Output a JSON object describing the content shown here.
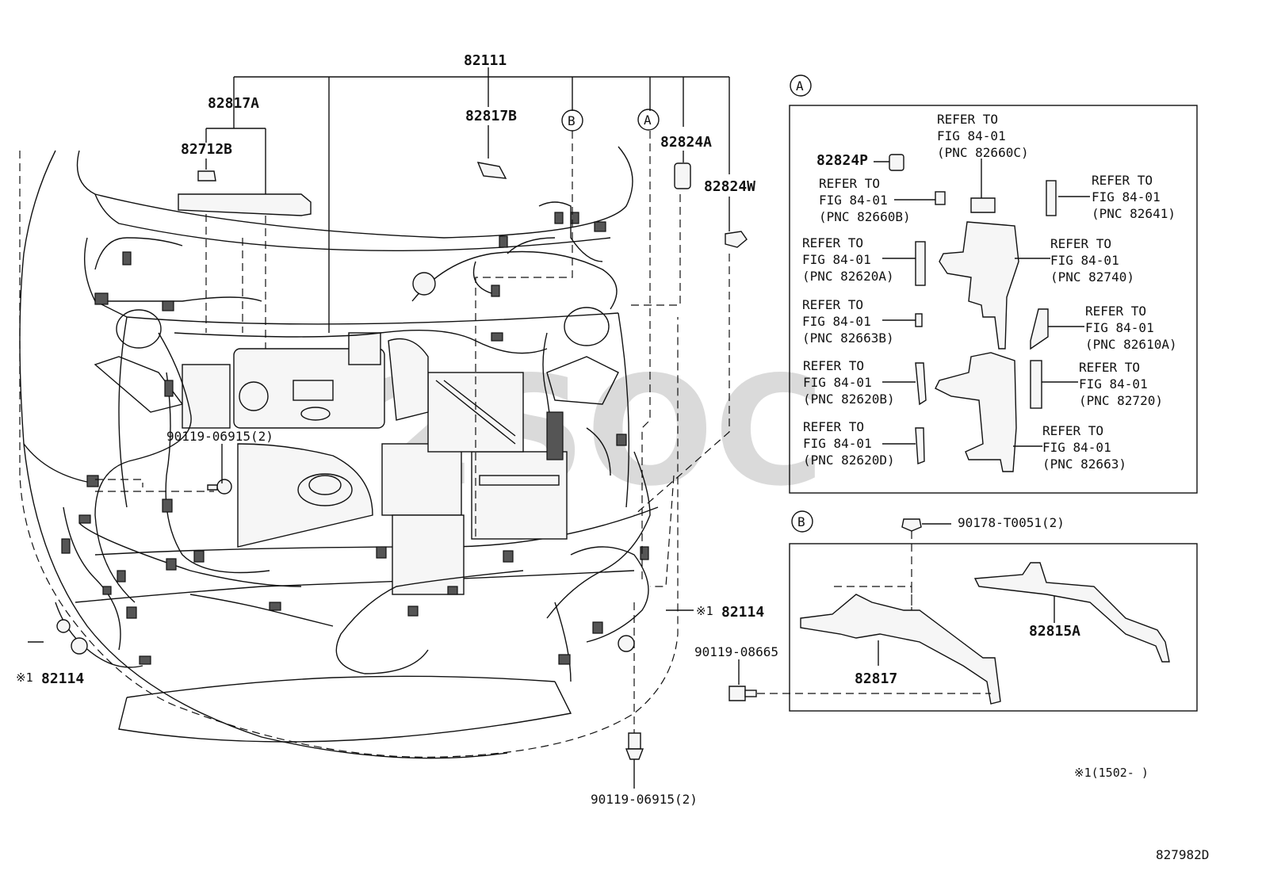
{
  "watermark": "2SOC",
  "labels": {
    "harness_main": "82111",
    "p82817A": "82817A",
    "p82712B": "82712B",
    "p82817B": "82817B",
    "p82824A": "82824A",
    "p82824W": "82824W",
    "callout_a": "A",
    "callout_b": "B",
    "bolt_left": "90119-06915(2)",
    "bolt_bottom": "90119-06915(2)",
    "p82114_left": "82114",
    "p82114_right": "82114",
    "note_mark": "※1",
    "bolt_08665": "90119-08665",
    "clip_t0051": "90178-T0051(2)",
    "p82817": "82817",
    "p82815A": "82815A",
    "p82824P": "82824P",
    "footnote": "※1(1502-    )",
    "figure_id": "827982D"
  },
  "refer": {
    "refer_to": "REFER TO",
    "fig": "FIG 84-01",
    "pnc_82660C": "(PNC 82660C)",
    "pnc_82660B": "(PNC 82660B)",
    "pnc_82641": "(PNC 82641)",
    "pnc_82620A": "(PNC 82620A)",
    "pnc_82740": "(PNC 82740)",
    "pnc_82663B": "(PNC 82663B)",
    "pnc_82610A": "(PNC 82610A)",
    "pnc_82620B": "(PNC 82620B)",
    "pnc_82720": "(PNC 82720)",
    "pnc_82620D": "(PNC 82620D)",
    "pnc_82663": "(PNC 82663)"
  }
}
